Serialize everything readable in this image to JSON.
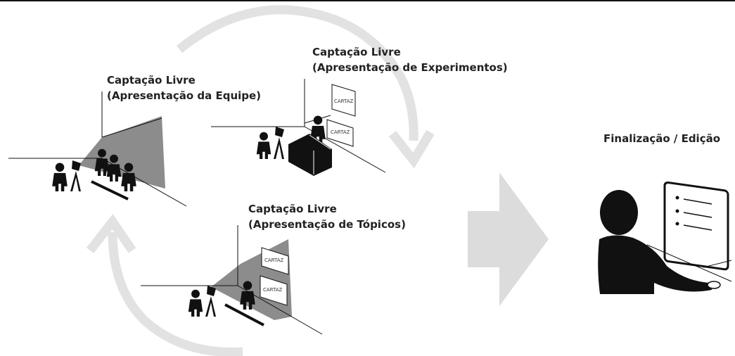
{
  "scenes": {
    "team": {
      "title": "Captação Livre",
      "subtitle": "(Apresentação da Equipe)"
    },
    "experiments": {
      "title": "Captação Livre",
      "subtitle": "(Apresentação de Experimentos)",
      "poster_1": "CARTAZ",
      "poster_2": "CARTAZ"
    },
    "topics": {
      "title": "Captação Livre",
      "subtitle": "(Apresentação de Tópicos)",
      "poster_1": "CARTAZ",
      "poster_2": "CARTAZ"
    }
  },
  "final": {
    "title": "Finalização / Edição"
  },
  "colors": {
    "ink": "#111111",
    "cycle_arrow": "#e2e2e2",
    "big_arrow": "#dcdcdc",
    "camera_cone": "#8c8c8c"
  },
  "icons": {
    "cycle": "circular-arrows-icon",
    "flow": "right-arrow-icon",
    "editor": "person-at-computer-icon",
    "camera": "tripod-camera-icon"
  }
}
